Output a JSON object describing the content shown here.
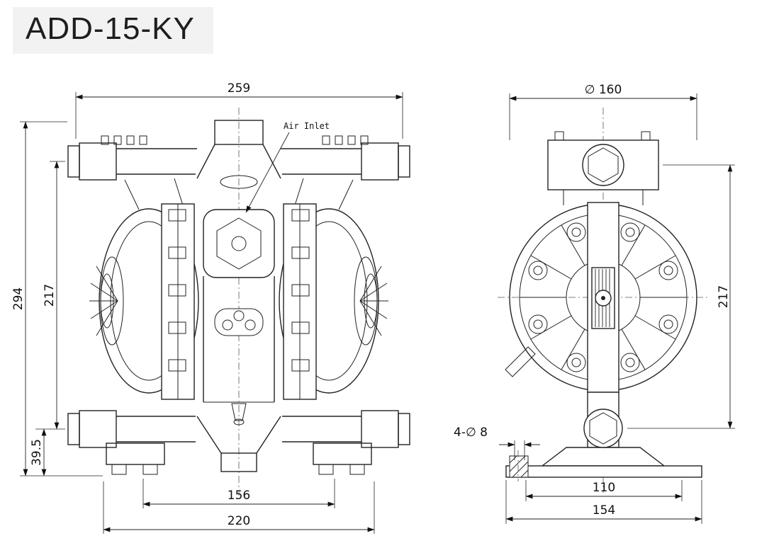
{
  "title": "ADD-15-KY",
  "front_view": {
    "air_inlet_label": "Air Inlet",
    "dims": {
      "overall_width": "259",
      "overall_height": "294",
      "port_center_height": "217",
      "base_height": "39.5",
      "foot_spacing_inner": "156",
      "foot_spacing_outer": "220"
    }
  },
  "side_view": {
    "dims": {
      "cover_diameter": "∅ 160",
      "port_center_height": "217",
      "mount_hole_callout": "4-∅ 8",
      "hole_spacing": "110",
      "base_width": "154"
    }
  }
}
